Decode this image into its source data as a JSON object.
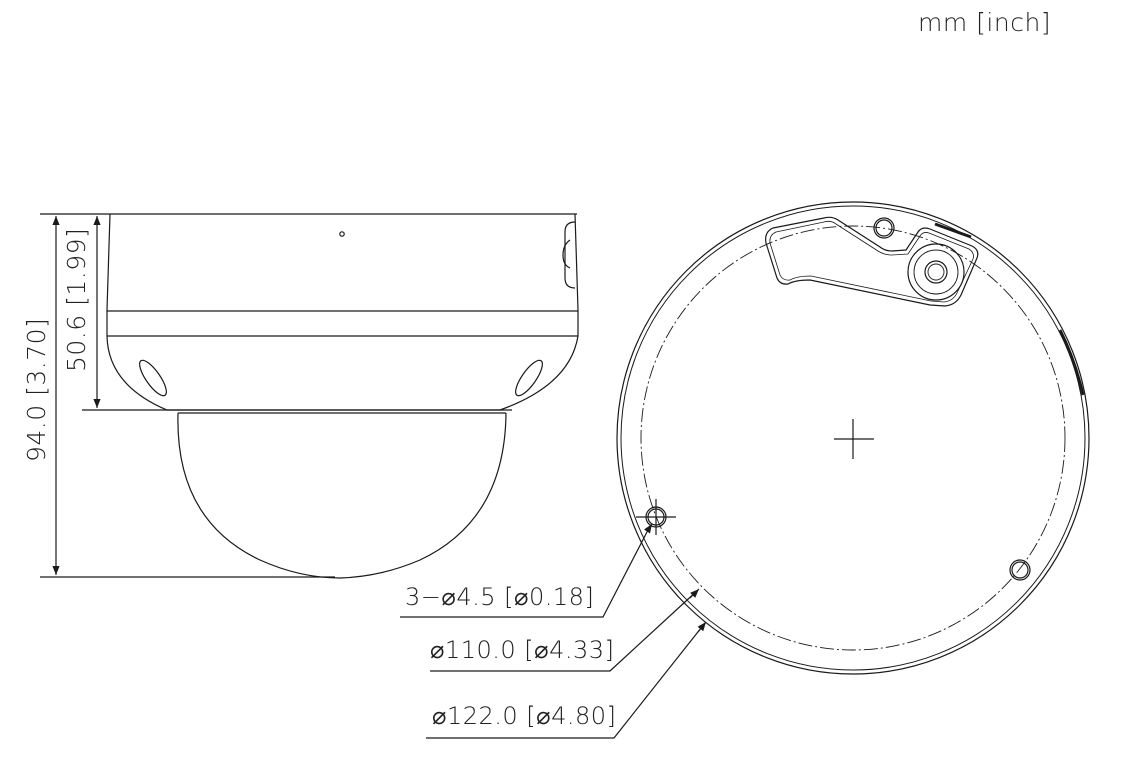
{
  "units_label": "mm [inch]",
  "side_view": {
    "total_height": {
      "mm": "94.0",
      "inch": "[3.70]",
      "text": "94.0 [3.70]"
    },
    "housing_height": {
      "mm": "50.6",
      "inch": "[1.99]",
      "text": "50.6 [1.99]"
    }
  },
  "bottom_view": {
    "callouts": [
      {
        "id": "mounting-holes",
        "text": "3−⌀4.5 [⌀0.18]"
      },
      {
        "id": "bolt-circle-diameter",
        "text": "⌀110.0 [⌀4.33]"
      },
      {
        "id": "outer-diameter",
        "text": "⌀122.0 [⌀4.80]"
      }
    ]
  },
  "colors": {
    "line": "#1a1a1a",
    "background": "#ffffff"
  }
}
